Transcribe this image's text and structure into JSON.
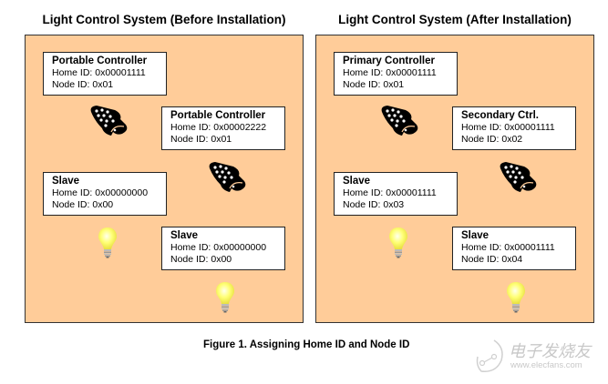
{
  "panels": [
    {
      "title": "Light Control System (Before Installation)",
      "nodes": [
        {
          "name": "Portable Controller",
          "home_id": "Home ID: 0x00001111",
          "node_id": "Node ID: 0x01",
          "icon": "remote-control-icon"
        },
        {
          "name": "Portable Controller",
          "home_id": "Home ID: 0x00002222",
          "node_id": "Node ID: 0x01",
          "icon": "remote-control-icon"
        },
        {
          "name": "Slave",
          "home_id": "Home ID: 0x00000000",
          "node_id": "Node ID: 0x00",
          "icon": "light-bulb-icon"
        },
        {
          "name": "Slave",
          "home_id": "Home ID: 0x00000000",
          "node_id": "Node ID: 0x00",
          "icon": "light-bulb-icon"
        }
      ]
    },
    {
      "title": "Light Control System (After Installation)",
      "nodes": [
        {
          "name": "Primary Controller",
          "home_id": "Home ID: 0x00001111",
          "node_id": "Node ID: 0x01",
          "icon": "remote-control-icon"
        },
        {
          "name": "Secondary Ctrl.",
          "home_id": "Home ID: 0x00001111",
          "node_id": "Node ID: 0x02",
          "icon": "remote-control-icon"
        },
        {
          "name": "Slave",
          "home_id": "Home ID: 0x00001111",
          "node_id": "Node ID: 0x03",
          "icon": "light-bulb-icon"
        },
        {
          "name": "Slave",
          "home_id": "Home ID: 0x00001111",
          "node_id": "Node ID: 0x04",
          "icon": "light-bulb-icon"
        }
      ]
    }
  ],
  "caption": "Figure 1. Assigning Home ID and Node ID",
  "watermark": {
    "text": "电子发烧友",
    "url": "www.elecfans.com"
  },
  "colors": {
    "panel_bg": "#FFCC99",
    "bulb": "#FFFF66"
  }
}
